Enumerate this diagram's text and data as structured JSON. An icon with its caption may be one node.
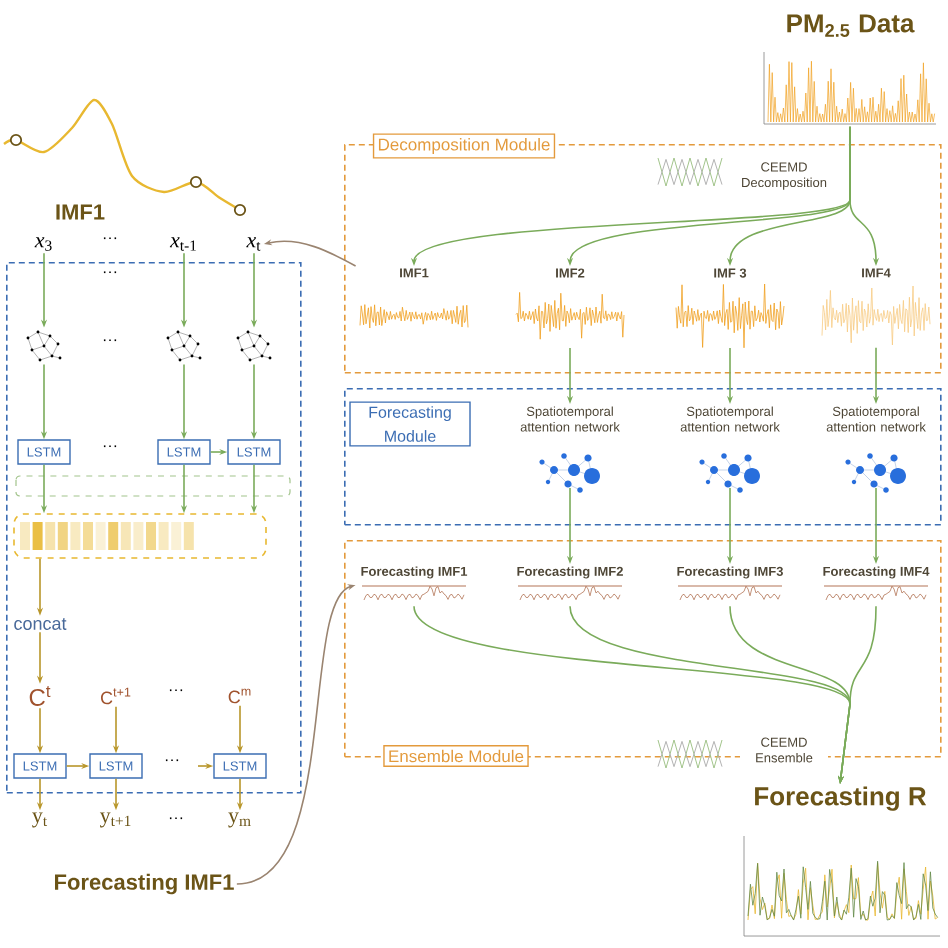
{
  "diagram": {
    "nodes": [
      {
        "text": [
          "PM$_{2.5}$ Data"
        ]
      },
      {
        "text": [
          "Decomposition Module"
        ]
      },
      {
        "text": [
          "IMF1"
        ],
        "in": 1
      },
      {
        "text": [
          "IMF2"
        ],
        "in": 1
      },
      {
        "text": [
          "IMF 3"
        ],
        "in": 1
      },
      {
        "text": [
          "IMF4"
        ],
        "in": 1
      },
      {
        "text": [
          "Forecasting Module"
        ]
      },
      {
        "text": [
          "Spatiotemporal attention network"
        ],
        "in": 6
      },
      {
        "text": [
          "Spatiotemporal attention network"
        ],
        "in": 6
      },
      {
        "text": [
          "Spatiotemporal attention network"
        ],
        "in": 6
      },
      {
        "text": [
          "Ensemble Module"
        ]
      },
      {
        "text": [
          "Forecasting IMF1"
        ],
        "in": 10
      },
      {
        "text": [
          "Forecasting IMF2"
        ],
        "in": 10
      },
      {
        "text": [
          "Forecasting IMF3"
        ],
        "in": 10
      },
      {
        "text": [
          "Forecasting IMF4"
        ],
        "in": 10
      },
      {
        "text": [
          "Forecasting R"
        ]
      },
      {
        "text": [],
        "shape": "box"
      },
      {
        "text": [
          "*x*$_{3}$"
        ]
      },
      {
        "text": [
          "*x*$_{t-1}$"
        ]
      },
      {
        "text": [
          "*x*$_{t}$"
        ]
      },
      {
        "text": [],
        "shape": "picture",
        "in": 16
      },
      {
        "text": [],
        "shape": "picture",
        "in": 16
      },
      {
        "text": [],
        "shape": "picture",
        "in": 16
      },
      {
        "text": [
          "LSTM"
        ],
        "in": 16
      },
      {
        "text": [
          "LSTM"
        ],
        "in": 16
      },
      {
        "text": [
          "LSTM"
        ],
        "in": 16
      },
      {
        "text": [],
        "shape": "bar",
        "in": 16
      },
      {
        "text": [
          "concat"
        ],
        "in": 16
      },
      {
        "text": [
          "C$^{t}$"
        ],
        "in": 16
      },
      {
        "text": [
          "C$^{t+1}$"
        ],
        "in": 16
      },
      {
        "text": [
          "C$^{m}$"
        ],
        "in": 16
      },
      {
        "text": [
          "LSTM"
        ],
        "in": 16
      },
      {
        "text": [
          "LSTM"
        ],
        "in": 16
      },
      {
        "text": [
          "LSTM"
        ],
        "in": 16
      },
      {
        "text": [
          "y$_{t}$"
        ]
      },
      {
        "text": [
          "y$_{t+1}$"
        ]
      },
      {
        "text": [
          "y$_{m}$"
        ]
      },
      {
        "text": [
          "Forecasting IMF1"
        ]
      }
    ],
    "edges": [
      {
        "from": 0,
        "to": 2,
        "arrow": "to"
      },
      {
        "from": 0,
        "to": 3,
        "arrow": "to"
      },
      {
        "from": 0,
        "to": 4,
        "arrow": "to"
      },
      {
        "from": 0,
        "to": 5,
        "arrow": "to"
      },
      {
        "from": 3,
        "to": 7,
        "arrow": "to"
      },
      {
        "from": 4,
        "to": 8,
        "arrow": "to"
      },
      {
        "from": 5,
        "to": 9,
        "arrow": "to"
      },
      {
        "from": 7,
        "to": 12,
        "arrow": "to"
      },
      {
        "from": 8,
        "to": 13,
        "arrow": "to"
      },
      {
        "from": 9,
        "to": 14,
        "arrow": "to"
      },
      {
        "from": 11,
        "to": 15,
        "arrow": "to"
      },
      {
        "from": 12,
        "to": 15,
        "arrow": "to"
      },
      {
        "from": 13,
        "to": 15,
        "arrow": "to"
      },
      {
        "from": 14,
        "to": 15,
        "arrow": "to"
      },
      {
        "from": 2,
        "to": 19,
        "arrow": "to",
        "color": "#9a8470"
      },
      {
        "from": 17,
        "to": 20,
        "arrow": "to"
      },
      {
        "from": 18,
        "to": 21,
        "arrow": "to"
      },
      {
        "from": 19,
        "to": 22,
        "arrow": "to"
      },
      {
        "from": 20,
        "to": 23,
        "arrow": "to"
      },
      {
        "from": 21,
        "to": 24,
        "arrow": "to"
      },
      {
        "from": 22,
        "to": 25,
        "arrow": "to"
      },
      {
        "from": 24,
        "to": 25,
        "arrow": "to"
      },
      {
        "from": 23,
        "to": 26,
        "arrow": "to"
      },
      {
        "from": 24,
        "to": 26,
        "arrow": "to"
      },
      {
        "from": 25,
        "to": 26,
        "arrow": "to"
      },
      {
        "from": 26,
        "to": 27,
        "arrow": "to",
        "color": "#b8962a"
      },
      {
        "from": 27,
        "to": 28,
        "arrow": "to",
        "color": "#b8962a"
      },
      {
        "from": 28,
        "to": 31,
        "arrow": "to",
        "color": "#b8962a"
      },
      {
        "from": 29,
        "to": 32,
        "arrow": "to",
        "color": "#b8962a"
      },
      {
        "from": 30,
        "to": 33,
        "arrow": "to",
        "color": "#b8962a"
      },
      {
        "from": 31,
        "to": 32,
        "arrow": "to",
        "color": "#b8962a"
      },
      {
        "from": null,
        "to": 33,
        "arrow": "to",
        "color": "#b8962a"
      },
      {
        "from": 31,
        "to": 34,
        "arrow": "to",
        "color": "#b8962a"
      },
      {
        "from": 32,
        "to": 35,
        "arrow": "to",
        "color": "#b8962a"
      },
      {
        "from": 33,
        "to": 36,
        "arrow": "to",
        "color": "#b8962a"
      },
      {
        "from": 37,
        "to": 11,
        "arrow": "to",
        "color": "#9a8470"
      }
    ],
    "labels": [
      "CEEMD Decomposition",
      "IMF1",
      "···",
      "···",
      "···",
      "···",
      "···",
      "···",
      "···",
      "CEEMD Ensemble"
    ]
  }
}
